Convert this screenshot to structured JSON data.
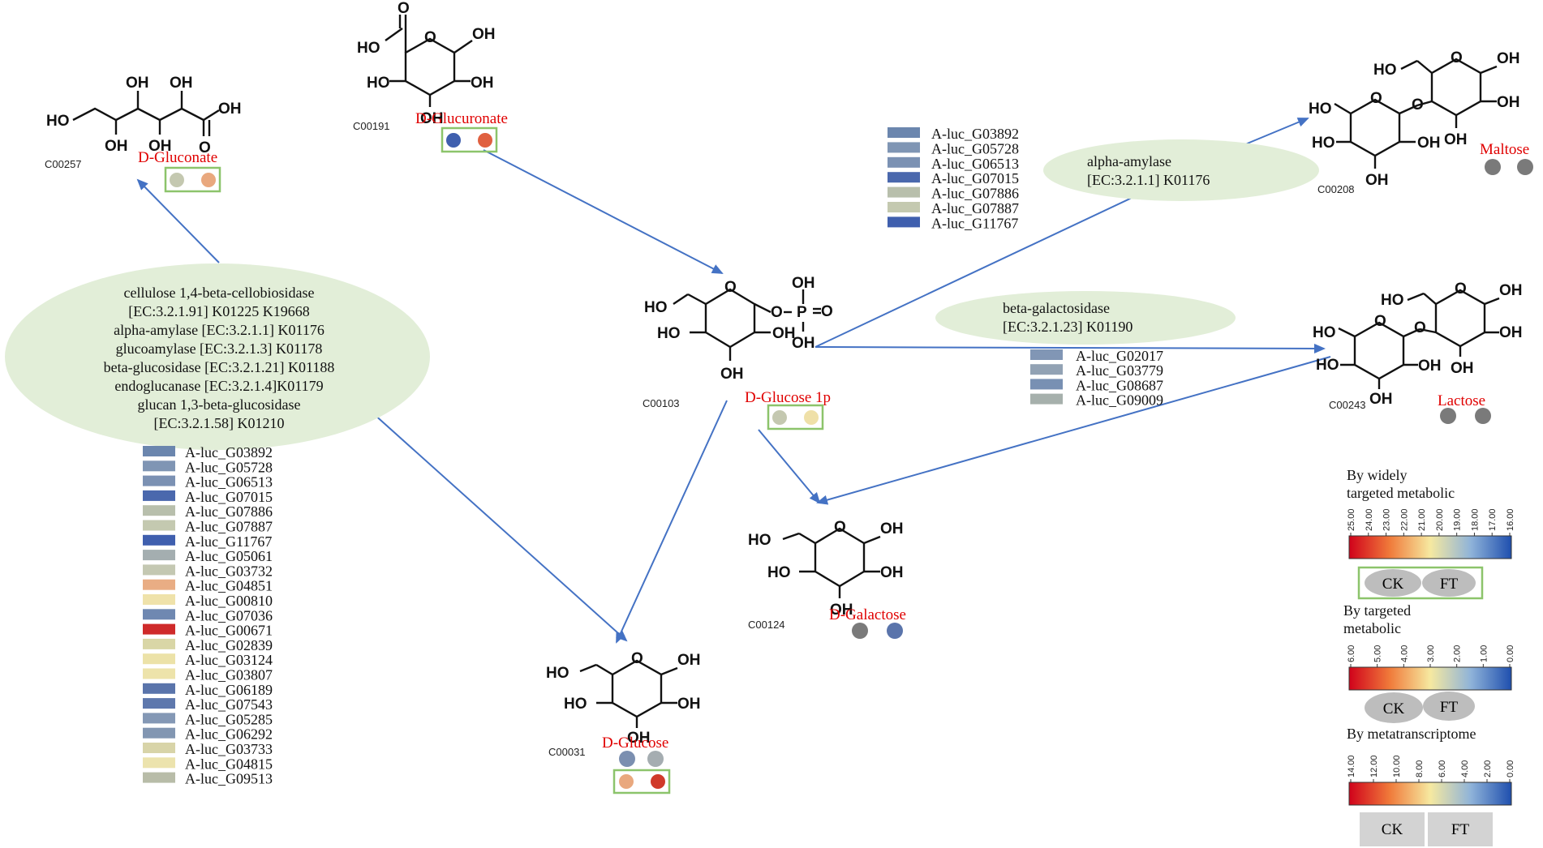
{
  "colors": {
    "arrow": "#4472c4",
    "ellipse_fill": "#e2eed8",
    "box_border": "#8cc46b",
    "metabolite_name": "#e00000",
    "grey_dot": "#7a7a7a"
  },
  "metabolites": {
    "gluconate": {
      "id": "C00257",
      "name": "D-Gluconate"
    },
    "glucuronate": {
      "id": "C00191",
      "name": "D-Glucuronate"
    },
    "glucose1p": {
      "id": "C00103",
      "name": "D-Glucose 1p"
    },
    "maltose": {
      "id": "C00208",
      "name": "Maltose"
    },
    "lactose": {
      "id": "C00243",
      "name": "Lactose"
    },
    "galactose": {
      "id": "C00124",
      "name": "D-Galactose"
    },
    "glucose": {
      "id": "C00031",
      "name": "D-Glucose"
    }
  },
  "enzymes": {
    "left": [
      "cellulose 1,4-beta-cellobiosidase",
      "[EC:3.2.1.91] K01225 K19668",
      "alpha-amylase [EC:3.2.1.1] K01176",
      "glucoamylase [EC:3.2.1.3] K01178",
      "beta-glucosidase [EC:3.2.1.21] K01188",
      "endoglucanase [EC:3.2.1.4]K01179",
      "glucan 1,3-beta-glucosidase",
      "[EC:3.2.1.58] K01210"
    ],
    "amylase": [
      "alpha-amylase",
      "[EC:3.2.1.1] K01176"
    ],
    "galactosidase": [
      "beta-galactosidase",
      "[EC:3.2.1.23] K01190"
    ]
  },
  "gene_lists": {
    "left": [
      {
        "label": "A-luc_G03892",
        "color": "#6b86ae"
      },
      {
        "label": "A-luc_G05728",
        "color": "#7f95b4"
      },
      {
        "label": "A-luc_G06513",
        "color": "#7b91b3"
      },
      {
        "label": "A-luc_G07015",
        "color": "#4a68ad"
      },
      {
        "label": "A-luc_G07886",
        "color": "#b8bfac"
      },
      {
        "label": "A-luc_G07887",
        "color": "#c4c9b0"
      },
      {
        "label": "A-luc_G11767",
        "color": "#3f5fae"
      },
      {
        "label": "A-luc_G05061",
        "color": "#a4aeb0"
      },
      {
        "label": "A-luc_G03732",
        "color": "#c4c8b2"
      },
      {
        "label": "A-luc_G04851",
        "color": "#e9ad84"
      },
      {
        "label": "A-luc_G00810",
        "color": "#efe2aa"
      },
      {
        "label": "A-luc_G07036",
        "color": "#6f88b1"
      },
      {
        "label": "A-luc_G00671",
        "color": "#cf2a2a"
      },
      {
        "label": "A-luc_G02839",
        "color": "#d9d6a6"
      },
      {
        "label": "A-luc_G03124",
        "color": "#ece2a8"
      },
      {
        "label": "A-luc_G03807",
        "color": "#ede3aa"
      },
      {
        "label": "A-luc_G06189",
        "color": "#5a74ab"
      },
      {
        "label": "A-luc_G07543",
        "color": "#5e78ad"
      },
      {
        "label": "A-luc_G05285",
        "color": "#8498b5"
      },
      {
        "label": "A-luc_G06292",
        "color": "#8296b2"
      },
      {
        "label": "A-luc_G03733",
        "color": "#d8d4a8"
      },
      {
        "label": "A-luc_G04815",
        "color": "#ece3ad"
      },
      {
        "label": "A-luc_G09513",
        "color": "#b8bca8"
      }
    ],
    "amylase": [
      {
        "label": "A-luc_G03892",
        "color": "#6b86ae"
      },
      {
        "label": "A-luc_G05728",
        "color": "#7f95b4"
      },
      {
        "label": "A-luc_G06513",
        "color": "#7b91b3"
      },
      {
        "label": "A-luc_G07015",
        "color": "#4a68ad"
      },
      {
        "label": "A-luc_G07886",
        "color": "#b8bfac"
      },
      {
        "label": "A-luc_G07887",
        "color": "#c4c9b0"
      },
      {
        "label": "A-luc_G11767",
        "color": "#3f5fae"
      }
    ],
    "galactosidase": [
      {
        "label": "A-luc_G02017",
        "color": "#8196b5"
      },
      {
        "label": "A-luc_G03779",
        "color": "#92a2b4"
      },
      {
        "label": "A-luc_G08687",
        "color": "#7890b3"
      },
      {
        "label": "A-luc_G09009",
        "color": "#a6b0ac"
      }
    ]
  },
  "dots": {
    "gluconate": [
      "#c4c8b0",
      "#e9a87e"
    ],
    "glucuronate": [
      "#3f5fae",
      "#e06040"
    ],
    "glucose1p": [
      "#c4c8b0",
      "#efe0a8"
    ],
    "maltose": [
      "#7a7a7a",
      "#7a7a7a"
    ],
    "lactose": [
      "#7a7a7a",
      "#7a7a7a"
    ],
    "galactose": [
      "#7a7a7a",
      "#5a74ab"
    ],
    "glucose_top": [
      "#7b8fb0",
      "#a5adb1"
    ],
    "glucose_bottom": [
      "#e9a87e",
      "#d03a2a"
    ]
  },
  "legend": {
    "wide": {
      "title": [
        "By widely",
        "targeted metabolic"
      ],
      "ticks": [
        "25.00",
        "24.00",
        "23.00",
        "22.00",
        "21.00",
        "20.00",
        "19.00",
        "18.00",
        "17.00",
        "16.00"
      ],
      "ck": "CK",
      "ft": "FT"
    },
    "targeted": {
      "title": [
        "By targeted",
        "metabolic"
      ],
      "ticks": [
        "6.00",
        "5.00",
        "4.00",
        "3.00",
        "2.00",
        "1.00",
        "0.00"
      ],
      "ck": "CK",
      "ft": "FT"
    },
    "meta": {
      "title": [
        "By metatranscriptome"
      ],
      "ticks": [
        "14.00",
        "12.00",
        "10.00",
        "8.00",
        "6.00",
        "4.00",
        "2.00",
        "0.00"
      ],
      "ck": "CK",
      "ft": "FT"
    }
  }
}
